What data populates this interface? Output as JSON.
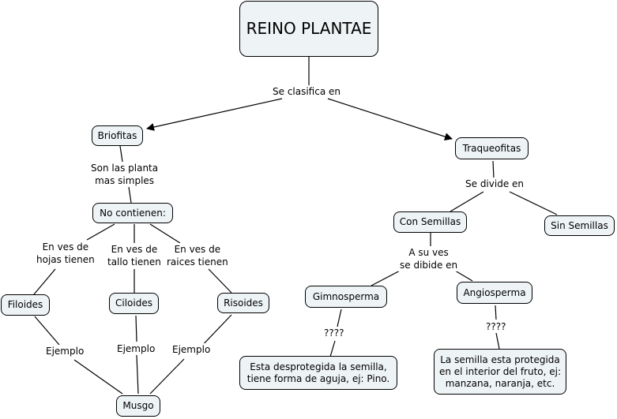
{
  "title": "REINO PLANTAE",
  "concepts": {
    "root": "REINO PLANTAE",
    "briofitas": "Briofitas",
    "traqueofitas": "Traqueofitas",
    "no_contienen": "No contienen:",
    "filoides": "Filoides",
    "ciloides": "Ciloides",
    "risoides": "Risoides",
    "musgo": "Musgo",
    "con_semillas": "Con Semillas",
    "sin_semillas": "Sin Semillas",
    "gimnosperma": "Gimnosperma",
    "angiosperma": "Angiosperma",
    "gimno_desc_1": "Esta desprotegida la semilla,",
    "gimno_desc_2": "tiene forma de aguja, ej: Pino.",
    "angio_desc_1": "La semilla esta protegida",
    "angio_desc_2": "en el interior del fruto, ej:",
    "angio_desc_3": "manzana, naranja, etc."
  },
  "links": {
    "se_clasifica": "Se clasifica en",
    "son_las_1": "Son las planta",
    "son_las_2": "mas simples",
    "hojas_1": "En ves de",
    "hojas_2": "hojas tienen",
    "tallo_1": "En ves de",
    "tallo_2": "tallo tienen",
    "raices_1": "En ves de",
    "raices_2": "raices tienen",
    "ejemplo_1": "Ejemplo",
    "ejemplo_2": "Ejemplo",
    "ejemplo_3": "Ejemplo",
    "se_divide": "Se divide en",
    "a_su_ves_1": "A su ves",
    "a_su_ves_2": "se dibide en",
    "q_gimno": "????",
    "q_angio": "????"
  },
  "colors": {
    "node_fill": "#eef3f5",
    "stroke": "#000000"
  }
}
